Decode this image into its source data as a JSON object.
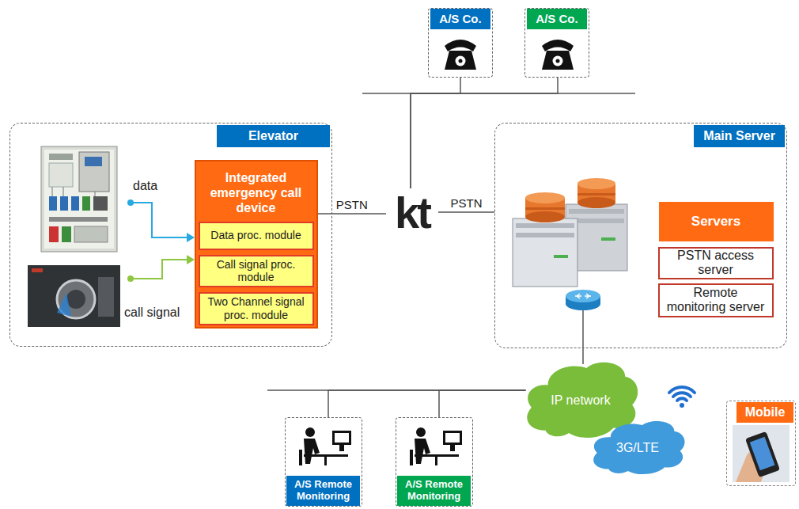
{
  "diagram": {
    "nodes": [
      {
        "text": [
          "A/S Co."
        ]
      },
      {
        "text": [
          "A/S Co."
        ]
      },
      {
        "text": [
          "Elevator"
        ]
      },
      {
        "text": [
          "Integrated emergency call device"
        ],
        "in": 2
      },
      {
        "text": [
          "Data proc. module"
        ],
        "in": 3
      },
      {
        "text": [
          "Call signal proc. module"
        ],
        "in": 3
      },
      {
        "text": [
          "Two Channel signal proc. module"
        ],
        "in": 3
      },
      {
        "text": [
          "kt"
        ]
      },
      {
        "text": [
          "Main Server"
        ]
      },
      {
        "text": [
          "Servers"
        ],
        "in": 8
      },
      {
        "text": [
          "PSTN access server"
        ],
        "in": 8
      },
      {
        "text": [
          "Remote monitoring server"
        ],
        "in": 8
      },
      {
        "text": [
          "IP network"
        ]
      },
      {
        "text": [
          "3G/LTE"
        ]
      },
      {
        "text": [
          "Mobile"
        ]
      },
      {
        "text": [
          "A/S Remote Monitoring"
        ]
      },
      {
        "text": [
          "A/S Remote Monitoring"
        ]
      }
    ],
    "edges": [
      {
        "from": 3,
        "to": 7,
        "arrow": "none",
        "label": "PSTN"
      },
      {
        "from": 7,
        "to": 8,
        "arrow": "none",
        "label": "PSTN"
      },
      {
        "from": 7,
        "to": 0,
        "arrow": "none"
      },
      {
        "from": 7,
        "to": 1,
        "arrow": "none"
      },
      {
        "from": 8,
        "to": 12,
        "arrow": "none"
      },
      {
        "from": 12,
        "to": 15,
        "arrow": "none"
      },
      {
        "from": 12,
        "to": 16,
        "arrow": "none"
      }
    ],
    "labels": [
      "data",
      "call signal"
    ]
  }
}
